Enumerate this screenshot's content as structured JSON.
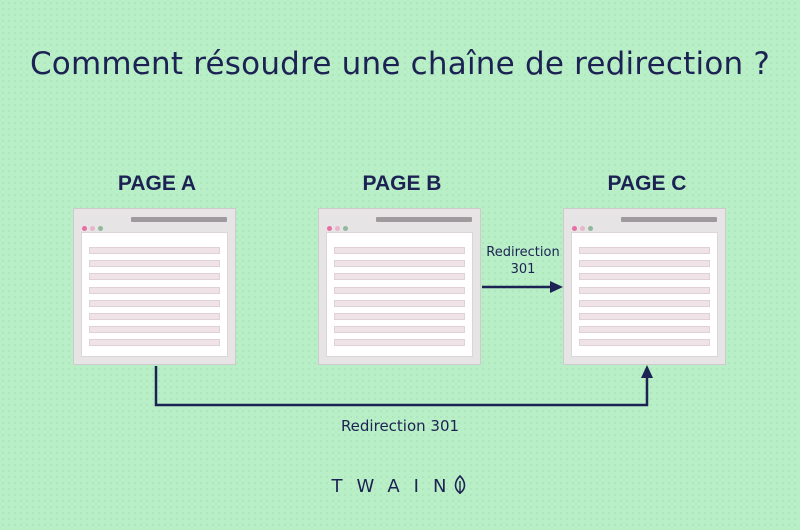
{
  "title": "Comment résoudre une chaîne de redirection ?",
  "pages": [
    {
      "label": "PAGE A"
    },
    {
      "label": "PAGE B"
    },
    {
      "label": "PAGE C"
    }
  ],
  "edges": [
    {
      "from": "PAGE B",
      "to": "PAGE C",
      "label_line1": "Redirection",
      "label_line2": "301"
    },
    {
      "from": "PAGE A",
      "to": "PAGE C",
      "label": "Redirection 301"
    }
  ],
  "logo": {
    "text": "TWAIN",
    "icon": "leaf-icon"
  },
  "colors": {
    "background": "#b9efc6",
    "text": "#1d2254",
    "dot_pink": "#e76fa3",
    "dot_light": "#e9b5cb",
    "dot_green": "#8fb99a"
  }
}
